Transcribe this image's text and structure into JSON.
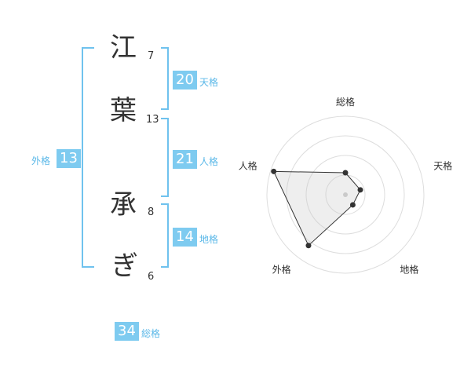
{
  "name": {
    "chars": [
      {
        "char": "江",
        "strokes": "7"
      },
      {
        "char": "葉",
        "strokes": "13"
      },
      {
        "char": "承",
        "strokes": "8"
      },
      {
        "char": "ぎ",
        "strokes": "6"
      }
    ]
  },
  "fortune": {
    "tenkaku": {
      "value": "20",
      "label": "天格"
    },
    "jinkaku": {
      "value": "21",
      "label": "人格"
    },
    "chikaku": {
      "value": "14",
      "label": "地格"
    },
    "gaikaku": {
      "value": "13",
      "label": "外格"
    },
    "soukaku": {
      "value": "34",
      "label": "総格"
    }
  },
  "colors": {
    "accent": "#7ecbf0",
    "bracket": "#6fc2ee",
    "label": "#5bb8e8"
  },
  "chart_data": {
    "type": "radar",
    "axes": [
      "総格",
      "天格",
      "地格",
      "外格",
      "人格"
    ],
    "values": [
      1.4,
      1.0,
      0.8,
      4.0,
      4.8
    ],
    "max": 5,
    "rings": 4
  }
}
